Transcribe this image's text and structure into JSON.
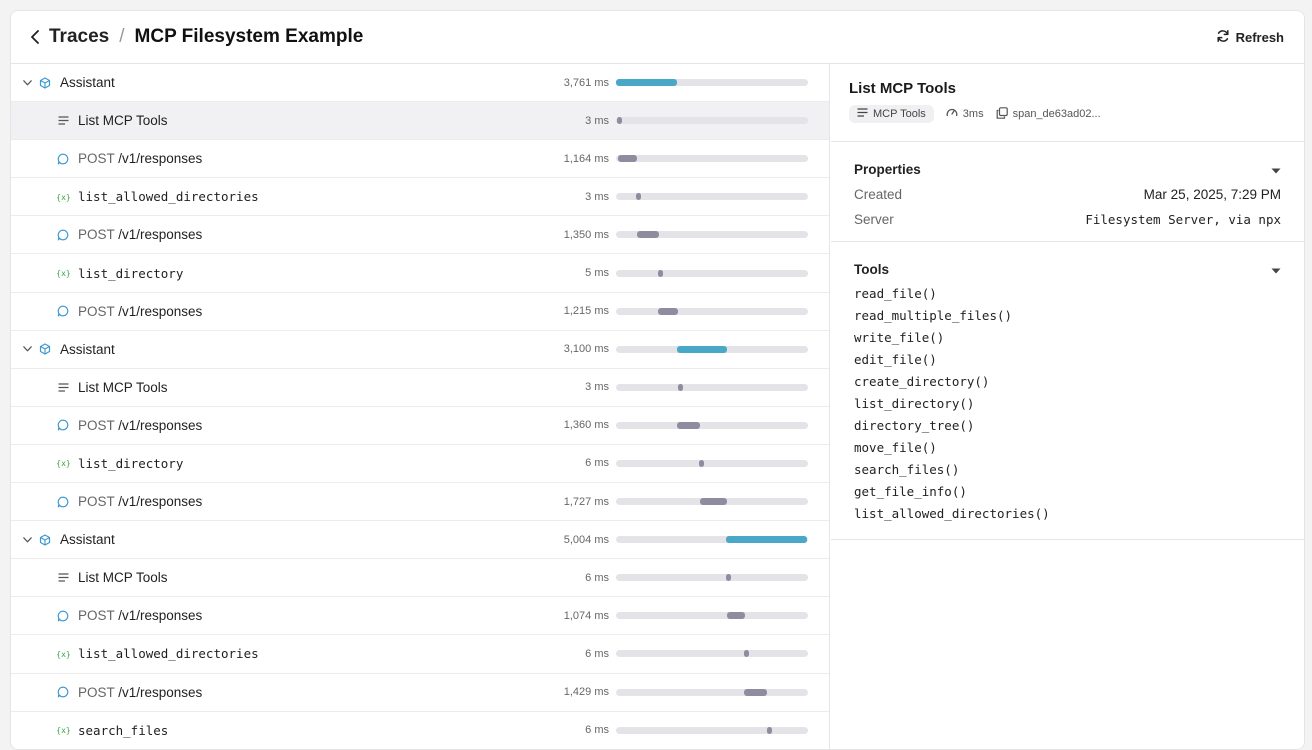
{
  "header": {
    "back_label": "Traces",
    "separator": "/",
    "title": "MCP Filesystem Example",
    "refresh_label": "Refresh"
  },
  "colors": {
    "accent_bar": "#49a7c7",
    "span_bar": "#8e8c9e",
    "mcp_icon": "#555555",
    "response_icon": "#3e98d1",
    "function_icon": "#3ea24a",
    "agent_icon": "#3e98d1"
  },
  "spans": [
    {
      "kind": "agent",
      "icon": "cube-icon",
      "prefix": "",
      "label": "Assistant",
      "mono": false,
      "duration": "3,761 ms",
      "start_frac": 0.0,
      "width_frac": 0.32,
      "selected": false
    },
    {
      "kind": "mcp",
      "icon": "list-icon",
      "prefix": "",
      "label": "List MCP Tools",
      "mono": false,
      "duration": "3 ms",
      "start_frac": 0.005,
      "width_frac": 0.02,
      "selected": true
    },
    {
      "kind": "response",
      "icon": "chat-bubble-icon",
      "prefix": "POST ",
      "label": "/v1/responses",
      "mono": false,
      "duration": "1,164 ms",
      "start_frac": 0.01,
      "width_frac": 0.1,
      "selected": false
    },
    {
      "kind": "function",
      "icon": "function-icon",
      "prefix": "",
      "label": "list_allowed_directories",
      "mono": true,
      "duration": "3 ms",
      "start_frac": 0.105,
      "width_frac": 0.02,
      "selected": false
    },
    {
      "kind": "response",
      "icon": "chat-bubble-icon",
      "prefix": "POST ",
      "label": "/v1/responses",
      "mono": false,
      "duration": "1,350 ms",
      "start_frac": 0.11,
      "width_frac": 0.115,
      "selected": false
    },
    {
      "kind": "function",
      "icon": "function-icon",
      "prefix": "",
      "label": "list_directory",
      "mono": true,
      "duration": "5 ms",
      "start_frac": 0.22,
      "width_frac": 0.02,
      "selected": false
    },
    {
      "kind": "response",
      "icon": "chat-bubble-icon",
      "prefix": "POST ",
      "label": "/v1/responses",
      "mono": false,
      "duration": "1,215 ms",
      "start_frac": 0.22,
      "width_frac": 0.105,
      "selected": false
    },
    {
      "kind": "agent",
      "icon": "cube-icon",
      "prefix": "",
      "label": "Assistant",
      "mono": false,
      "duration": "3,100 ms",
      "start_frac": 0.32,
      "width_frac": 0.26,
      "selected": false
    },
    {
      "kind": "mcp",
      "icon": "list-icon",
      "prefix": "",
      "label": "List MCP Tools",
      "mono": false,
      "duration": "3 ms",
      "start_frac": 0.325,
      "width_frac": 0.02,
      "selected": false
    },
    {
      "kind": "response",
      "icon": "chat-bubble-icon",
      "prefix": "POST ",
      "label": "/v1/responses",
      "mono": false,
      "duration": "1,360 ms",
      "start_frac": 0.32,
      "width_frac": 0.115,
      "selected": false
    },
    {
      "kind": "function",
      "icon": "function-icon",
      "prefix": "",
      "label": "list_directory",
      "mono": true,
      "duration": "6 ms",
      "start_frac": 0.43,
      "width_frac": 0.02,
      "selected": false
    },
    {
      "kind": "response",
      "icon": "chat-bubble-icon",
      "prefix": "POST ",
      "label": "/v1/responses",
      "mono": false,
      "duration": "1,727 ms",
      "start_frac": 0.435,
      "width_frac": 0.145,
      "selected": false
    },
    {
      "kind": "agent",
      "icon": "cube-icon",
      "prefix": "",
      "label": "Assistant",
      "mono": false,
      "duration": "5,004 ms",
      "start_frac": 0.575,
      "width_frac": 0.42,
      "selected": false
    },
    {
      "kind": "mcp",
      "icon": "list-icon",
      "prefix": "",
      "label": "List MCP Tools",
      "mono": false,
      "duration": "6 ms",
      "start_frac": 0.575,
      "width_frac": 0.02,
      "selected": false
    },
    {
      "kind": "response",
      "icon": "chat-bubble-icon",
      "prefix": "POST ",
      "label": "/v1/responses",
      "mono": false,
      "duration": "1,074 ms",
      "start_frac": 0.58,
      "width_frac": 0.09,
      "selected": false
    },
    {
      "kind": "function",
      "icon": "function-icon",
      "prefix": "",
      "label": "list_allowed_directories",
      "mono": true,
      "duration": "6 ms",
      "start_frac": 0.665,
      "width_frac": 0.02,
      "selected": false
    },
    {
      "kind": "response",
      "icon": "chat-bubble-icon",
      "prefix": "POST ",
      "label": "/v1/responses",
      "mono": false,
      "duration": "1,429 ms",
      "start_frac": 0.665,
      "width_frac": 0.12,
      "selected": false
    },
    {
      "kind": "function",
      "icon": "function-icon",
      "prefix": "",
      "label": "search_files",
      "mono": true,
      "duration": "6 ms",
      "start_frac": 0.785,
      "width_frac": 0.02,
      "selected": false
    }
  ],
  "detail": {
    "title": "List MCP Tools",
    "chip_label": "MCP Tools",
    "duration": "3ms",
    "span_id": "span_de63ad02...",
    "properties_heading": "Properties",
    "properties": [
      {
        "key": "Created",
        "value": "Mar 25, 2025, 7:29 PM",
        "mono": false
      },
      {
        "key": "Server",
        "value": "Filesystem Server, via npx",
        "mono": true
      }
    ],
    "tools_heading": "Tools",
    "tools": [
      "read_file()",
      "read_multiple_files()",
      "write_file()",
      "edit_file()",
      "create_directory()",
      "list_directory()",
      "directory_tree()",
      "move_file()",
      "search_files()",
      "get_file_info()",
      "list_allowed_directories()"
    ]
  }
}
